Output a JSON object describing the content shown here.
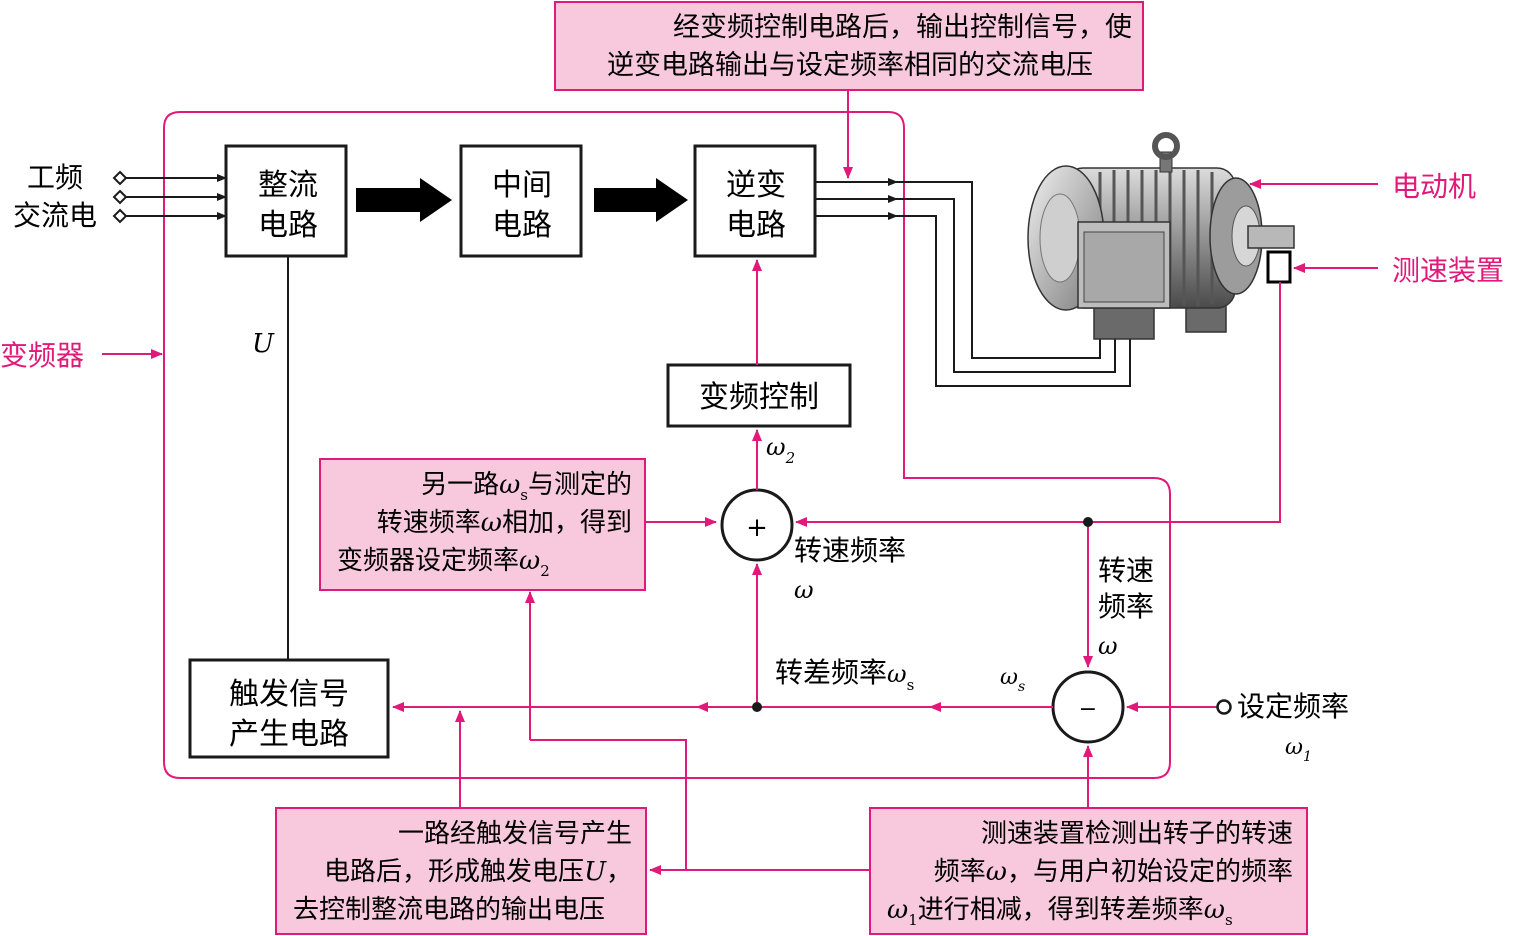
{
  "colors": {
    "accent": "#e0197a",
    "note_fill": "#f8c9dd",
    "line": "#1a1a1a"
  },
  "blocks": {
    "rectifier": [
      "整流",
      "电路"
    ],
    "intermediate": [
      "中间",
      "电路"
    ],
    "inverter": [
      "逆变",
      "电路"
    ],
    "freq_control": "变频控制",
    "trigger": [
      "触发信号",
      "产生电路"
    ]
  },
  "labels": {
    "power_in": [
      "工频",
      "交流电"
    ],
    "inverter_device": "变频器",
    "motor": "电动机",
    "speed_sensor": "测速装置",
    "voltage_u": "U",
    "omega2_sym": "ω",
    "omega2_sub": "2",
    "speed_freq_1": "转速频率",
    "omega_sym_1": "ω",
    "speed_freq_2a": "转速",
    "speed_freq_2b": "频率",
    "omega_sym_2": "ω",
    "slip_freq": "转差频率",
    "slip_sym": "ω",
    "slip_sub": "s",
    "omegas_sym": "ω",
    "omegas_sub": "s",
    "set_freq": "设定频率",
    "omega1_sym": "ω",
    "omega1_sub": "1",
    "plus": "+",
    "minus": "−"
  },
  "notes": {
    "top": [
      "经变频控制电路后，输出控制信号，使",
      "逆变电路输出与设定频率相同的交流电压"
    ],
    "sum": {
      "l1a": "另一路",
      "l1sym": "ω",
      "l1sub": "s",
      "l1b": "与测定的",
      "l2a": "转速频率",
      "l2sym": "ω",
      "l2b": "相加，得到",
      "l3a": "变频器设定频率",
      "l3sym": "ω",
      "l3sub": "2"
    },
    "trigger": {
      "l1": "一路经触发信号产生",
      "l2a": "电路后，形成触发电压",
      "l2sym": "U",
      "l2b": "，",
      "l3": "去控制整流电路的输出电压"
    },
    "sensor": {
      "l1": "测速装置检测出转子的转速",
      "l2a": "频率",
      "l2sym": "ω",
      "l2b": "，与用户初始设定的频率",
      "l3sym": "ω",
      "l3sub": "1",
      "l3a": "进行相减，得到转差频率",
      "l3sym2": "ω",
      "l3sub2": "s"
    }
  }
}
